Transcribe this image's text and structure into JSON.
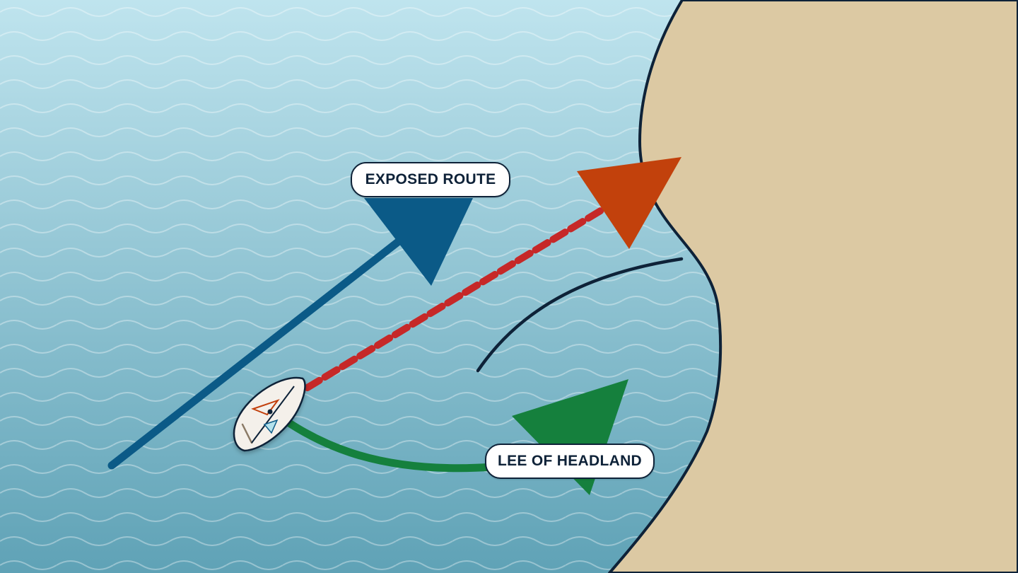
{
  "routes": {
    "exposed": {
      "label": "EXPOSED ROUTE",
      "color": "#0b5a87"
    },
    "lee": {
      "label": "LEE OF HEADLAND",
      "color": "#15803d"
    },
    "direct": {
      "color": "#c62828",
      "arrow_color": "#c2410c"
    }
  },
  "colors": {
    "sea_top": "#bfe4ee",
    "sea_bottom": "#5fa2b6",
    "land": "#dcc9a3",
    "outline": "#0e2238"
  },
  "icons": [
    "sailboat-icon",
    "wind-shadow-arc"
  ]
}
